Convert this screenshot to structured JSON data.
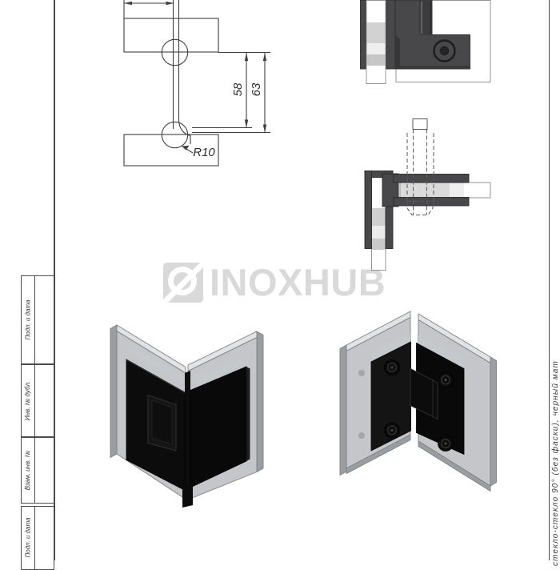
{
  "colors": {
    "line": "#3f3f41",
    "hinge_dark": "#48484b",
    "hinge_black": "#0c0c0c",
    "glass_face": "#b7babd",
    "glass_light": "#e1e3e5",
    "logo_gray": "#d9d9d9",
    "frame": "#4a4a4a"
  },
  "drawing_2d": {
    "dim_vertical_inner": "58",
    "dim_vertical_outer": "63",
    "fillet_radius_label": "R10"
  },
  "logo": {
    "text": "INOXHUB"
  },
  "title_block": {
    "rows": [
      {
        "label": "Подп. и дата"
      },
      {
        "label": "Инв. № дубл."
      },
      {
        "label": "Взам. инв. №"
      },
      {
        "label": "Подп. и дата"
      }
    ]
  },
  "side_title": {
    "text": "стекло-стекло 90° (без фаски), черный мат"
  }
}
